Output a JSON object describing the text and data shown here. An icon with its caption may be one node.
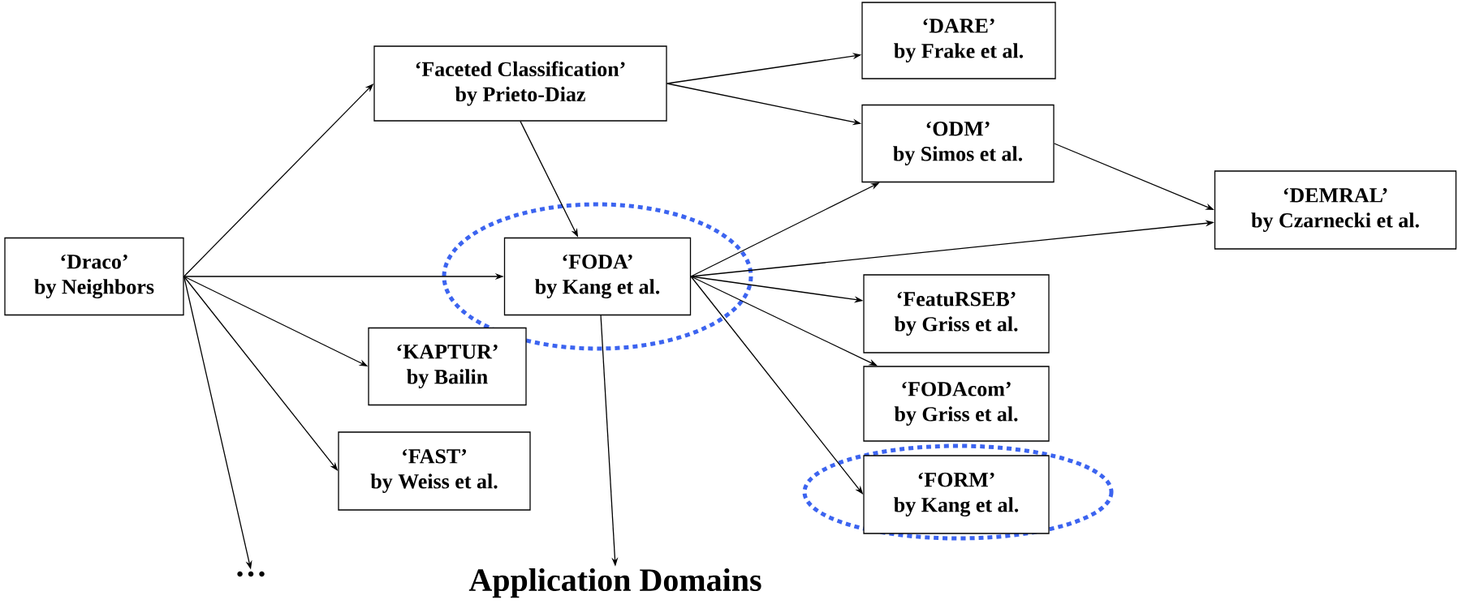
{
  "diagram": {
    "nodes": [
      {
        "text": [
          "‘Draco’",
          "by Neighbors"
        ]
      },
      {
        "text": [
          "‘Faceted Classification’",
          "by Prieto-Diaz"
        ]
      },
      {
        "text": [
          "‘DARE’",
          "by Frake et al."
        ]
      },
      {
        "text": [
          "‘ODM’",
          "by Simos et al."
        ]
      },
      {
        "text": [
          "‘DEMRAL’",
          "by Czarnecki et al."
        ]
      },
      {
        "text": [
          "‘FODA’",
          "by Kang et al."
        ]
      },
      {
        "text": [
          "‘FeatuRSEB’",
          "by Griss et al."
        ]
      },
      {
        "text": [
          "‘FODAcom’",
          "by Griss et al."
        ]
      },
      {
        "text": [
          "‘FORM’",
          "by Kang et al."
        ]
      },
      {
        "text": [
          "‘KAPTUR’",
          "by Bailin"
        ]
      },
      {
        "text": [
          "‘FAST’",
          "by Weiss et al."
        ]
      },
      {
        "text": [
          "…"
        ]
      },
      {
        "text": [
          "Application Domains"
        ]
      }
    ],
    "edges": [
      {
        "from": 0,
        "to": 1,
        "arrow": "to"
      },
      {
        "from": 0,
        "to": 5,
        "arrow": "to"
      },
      {
        "from": 0,
        "to": 9,
        "arrow": "to"
      },
      {
        "from": 0,
        "to": 10,
        "arrow": "to"
      },
      {
        "from": 0,
        "to": 11,
        "arrow": "to"
      },
      {
        "from": 1,
        "to": 2,
        "arrow": "to"
      },
      {
        "from": 1,
        "to": 3,
        "arrow": "to"
      },
      {
        "from": 1,
        "to": 5,
        "arrow": "to"
      },
      {
        "from": 3,
        "to": 4,
        "arrow": "to"
      },
      {
        "from": 5,
        "to": 3,
        "arrow": "to"
      },
      {
        "from": 5,
        "to": 4,
        "arrow": "to"
      },
      {
        "from": 5,
        "to": 6,
        "arrow": "to"
      },
      {
        "from": 5,
        "to": 7,
        "arrow": "to"
      },
      {
        "from": 5,
        "to": 8,
        "arrow": "to"
      },
      {
        "from": 5,
        "to": 12,
        "arrow": "to"
      }
    ]
  }
}
